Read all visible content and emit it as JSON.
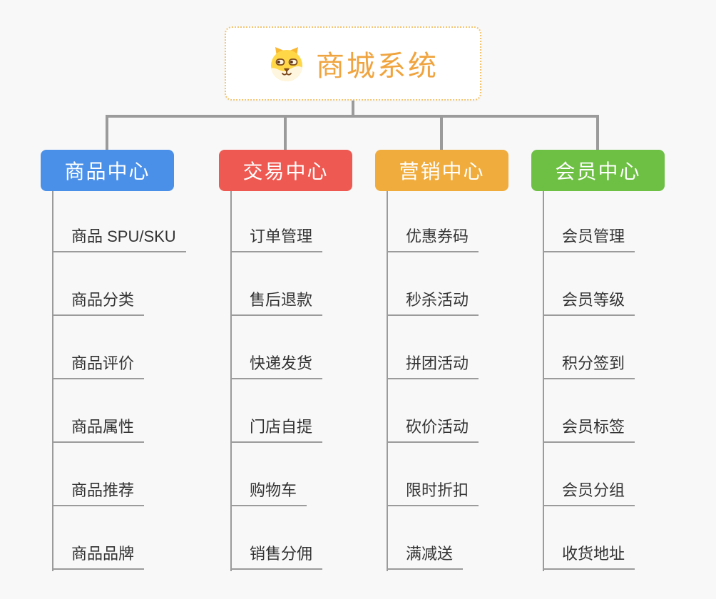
{
  "root": {
    "title": "商城系统",
    "icon": "dog-face-icon",
    "title_color": "#f0a43f",
    "border_color": "#f3c573"
  },
  "theme": {
    "background": "#f8f8f8",
    "connector_color": "#9b9b9b",
    "leaf_text_color": "#333333"
  },
  "branches": [
    {
      "label": "商品中心",
      "color": "#4b90e8",
      "items": [
        "商品 SPU/SKU",
        "商品分类",
        "商品评价",
        "商品属性",
        "商品推荐",
        "商品品牌"
      ]
    },
    {
      "label": "交易中心",
      "color": "#ee5a52",
      "items": [
        "订单管理",
        "售后退款",
        "快递发货",
        "门店自提",
        "购物车",
        "销售分佣"
      ]
    },
    {
      "label": "营销中心",
      "color": "#f0ac3c",
      "items": [
        "优惠券码",
        "秒杀活动",
        "拼团活动",
        "砍价活动",
        "限时折扣",
        "满减送"
      ]
    },
    {
      "label": "会员中心",
      "color": "#6ec044",
      "items": [
        "会员管理",
        "会员等级",
        "积分签到",
        "会员标签",
        "会员分组",
        "收货地址"
      ]
    }
  ]
}
